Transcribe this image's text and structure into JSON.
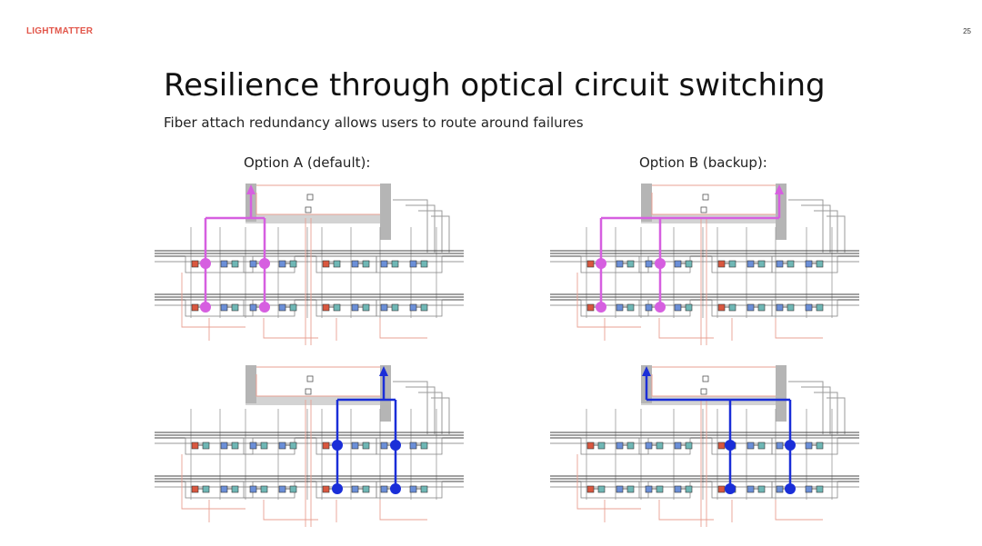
{
  "header": {
    "logo": "LIGHTMATTER",
    "page_number": "25"
  },
  "slide": {
    "title": "Resilience through optical circuit switching",
    "subtitle": "Fiber attach redundancy allows users to route around failures"
  },
  "options": [
    {
      "label": "Option A (default):"
    },
    {
      "label": "Option B (backup):"
    }
  ],
  "colors": {
    "route_top": "#d65fe0",
    "route_bottom": "#1a2ed8",
    "bus": "#b5b5b5",
    "wire_gray": "#9a9a9a",
    "wire_red": "#e9a093",
    "module_red": "#d9573f",
    "module_blue": "#6b8fd8",
    "module_teal": "#6fb7b5"
  },
  "icons": {
    "route_terminal": "arrow-up-icon",
    "route_node": "filled-circle-icon"
  }
}
